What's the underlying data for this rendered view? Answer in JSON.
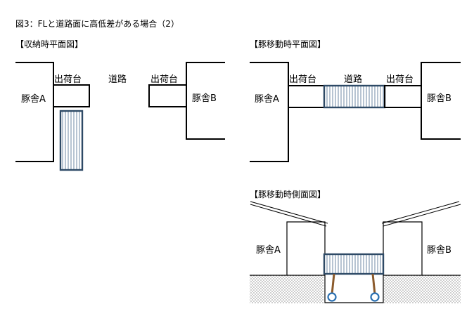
{
  "figure_title": "図3：FLと道路面に高低差がある場合（2）",
  "panels": {
    "storage_plan": {
      "header": "【収納時平面図】"
    },
    "moving_plan": {
      "header": "【豚移動時平面図】"
    },
    "moving_side": {
      "header": "【豚移動時側面図】"
    }
  },
  "labels": {
    "loading_platform": "出荷台",
    "road": "道路",
    "barn_a": "豚舎A",
    "barn_b": "豚舎B"
  },
  "colors": {
    "ramp_stroke": "#2e4a66",
    "stripe": "#6f8aa6",
    "leg": "#8b5a2b",
    "wheel": "#2a6fb0",
    "ground_dots": "#555555"
  }
}
